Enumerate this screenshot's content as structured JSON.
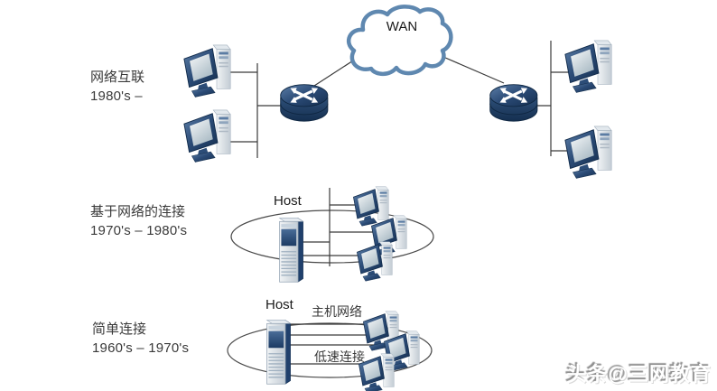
{
  "stages": [
    {
      "id": "internetworking",
      "label_line1": "网络互联",
      "label_line2": "1980's –",
      "wan_label": "WAN"
    },
    {
      "id": "network-based-connection",
      "label_line1": "基于网络的连接",
      "label_line2": "1970's – 1980's",
      "host_label": "Host"
    },
    {
      "id": "simple-connection",
      "label_line1": "简单连接",
      "label_line2": "1960's – 1970's",
      "host_label": "Host",
      "host_network_label": "主机网络",
      "low_speed_label": "低速连接"
    }
  ],
  "watermark": "头条@三网教育",
  "icon_names": [
    "desktop-computer-icon",
    "router-icon",
    "host-server-icon",
    "wan-cloud-icon",
    "bus-line",
    "ring-ellipse"
  ],
  "colors": {
    "background": "#ffffff",
    "device_navy": "#1e3c66",
    "device_navy_light": "#5d7fa8",
    "screen_light": "#f6f8f9",
    "tower_gray": "#d8dee4",
    "cloud_stroke": "#5f88b0",
    "line": "#3a3a3a",
    "text": "#3a3a3a",
    "watermark_shadow": "#8f8f8f"
  }
}
